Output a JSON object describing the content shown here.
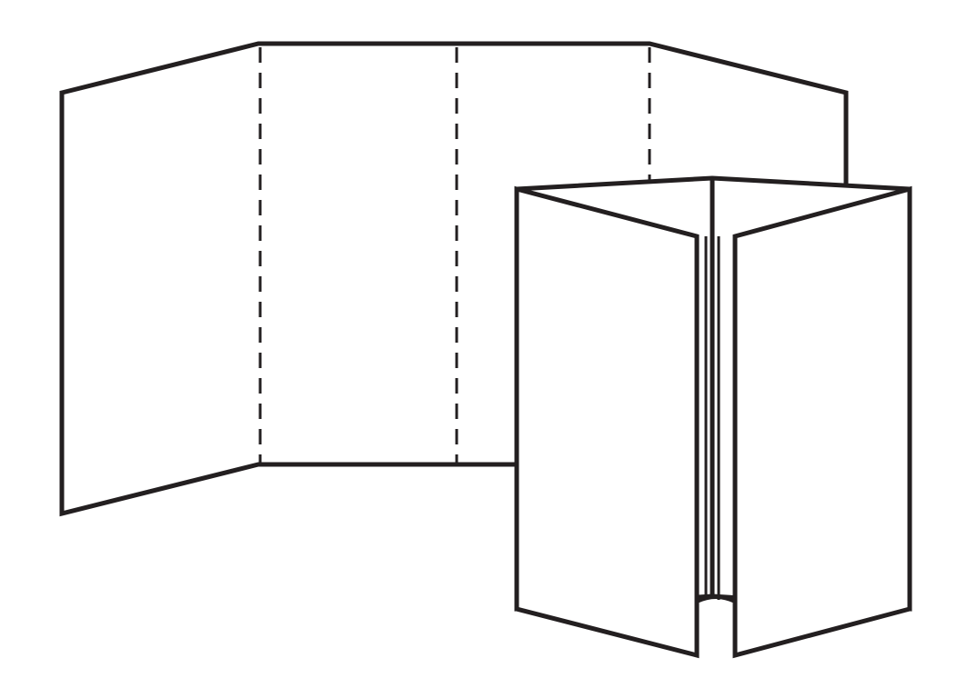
{
  "colors": {
    "background": "#ffffff",
    "line": "#231f20"
  },
  "figures": [
    {
      "name": "open-four-panel-gatefold",
      "panels": 4,
      "state": "open",
      "fold_lines": 3,
      "fold_line_style": "dashed"
    },
    {
      "name": "folded-gatefold",
      "panels": 4,
      "state": "partially-folded"
    }
  ]
}
